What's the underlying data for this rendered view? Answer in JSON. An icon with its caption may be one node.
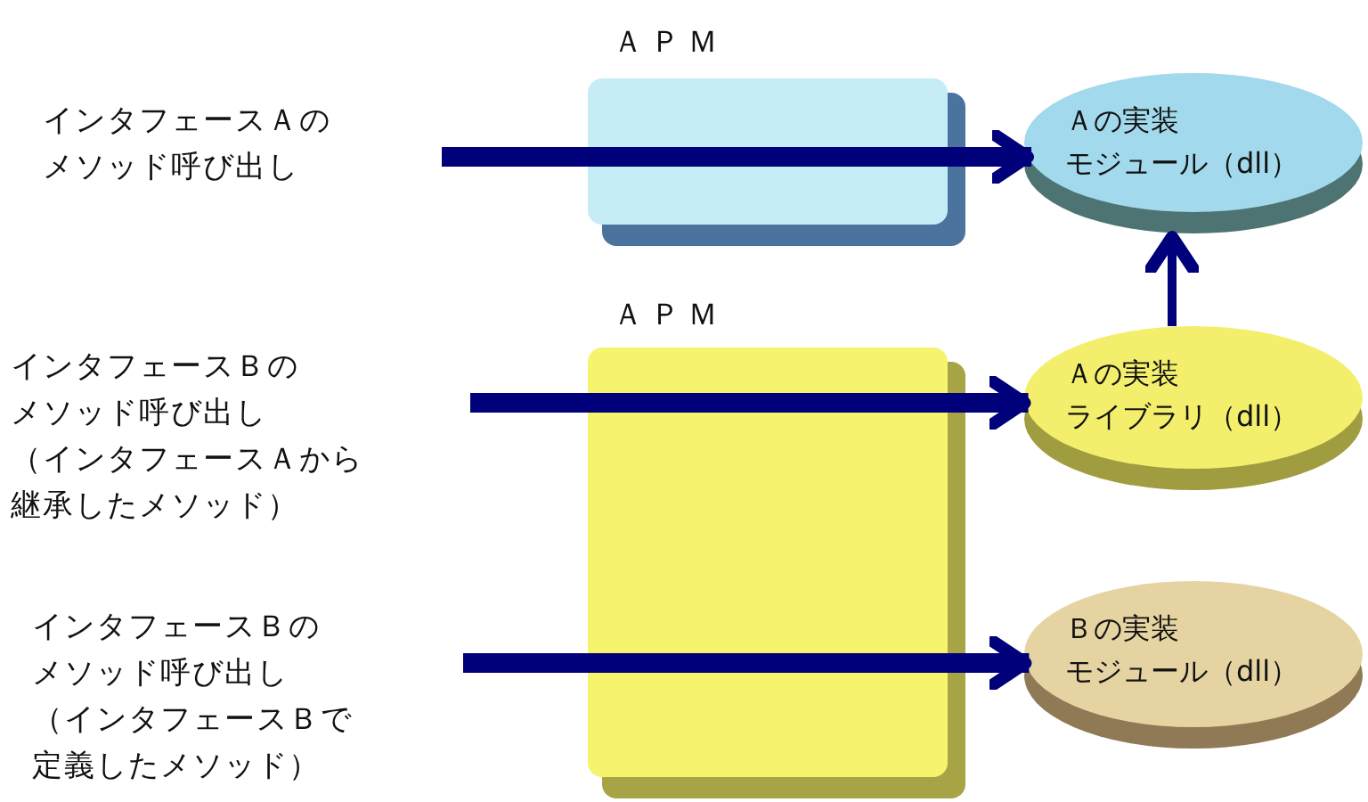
{
  "diagram": {
    "nodes": [
      {
        "text": [
          "インタフェースＡのメソッド呼び出し"
        ]
      },
      {
        "text": [
          "Ａの実装モジュール（dll）"
        ]
      },
      {
        "text": [
          "インタフェースＢのメソッド呼び出し（インタフェースＡから継承したメソッド）"
        ]
      },
      {
        "text": [
          "Ａの実装ライブラリ（dll）"
        ]
      },
      {
        "text": [
          "インタフェースＢのメソッド呼び出し（インタフェースＢで定義したメソッド）"
        ]
      },
      {
        "text": [
          "Ｂの実装モジュール（dll）"
        ]
      }
    ],
    "edges": [
      {
        "from": 0,
        "to": 1,
        "arrow": "to"
      },
      {
        "from": 2,
        "to": 3,
        "arrow": "to"
      },
      {
        "from": 3,
        "to": 1,
        "arrow": "to"
      },
      {
        "from": 4,
        "to": 5,
        "arrow": "to"
      }
    ],
    "labels": [
      "ＡＰＭ",
      "ＡＰＭ"
    ]
  }
}
